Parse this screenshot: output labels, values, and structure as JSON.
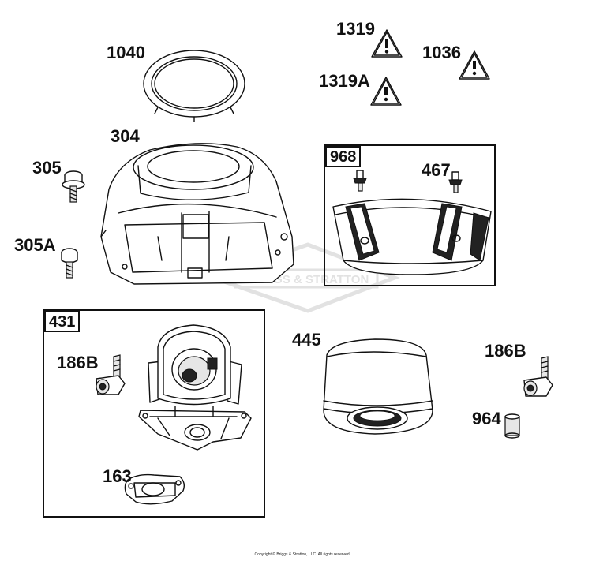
{
  "parts": {
    "p1040": "1040",
    "p1319": "1319",
    "p1036": "1036",
    "p1319A": "1319A",
    "p304": "304",
    "p305": "305",
    "p305A": "305A",
    "p968": "968",
    "p467": "467",
    "p431": "431",
    "p186B_left": "186B",
    "p163": "163",
    "p445": "445",
    "p186B_right": "186B",
    "p964": "964"
  },
  "watermark": "BRIGGS & STRATTON",
  "copyright": "Copyright © Briggs & Stratton, LLC. All rights reserved.",
  "icons": {
    "warning": "warning-triangle-icon"
  },
  "colors": {
    "line": "#111111",
    "background": "#ffffff",
    "watermark": "#e2e2e2"
  }
}
